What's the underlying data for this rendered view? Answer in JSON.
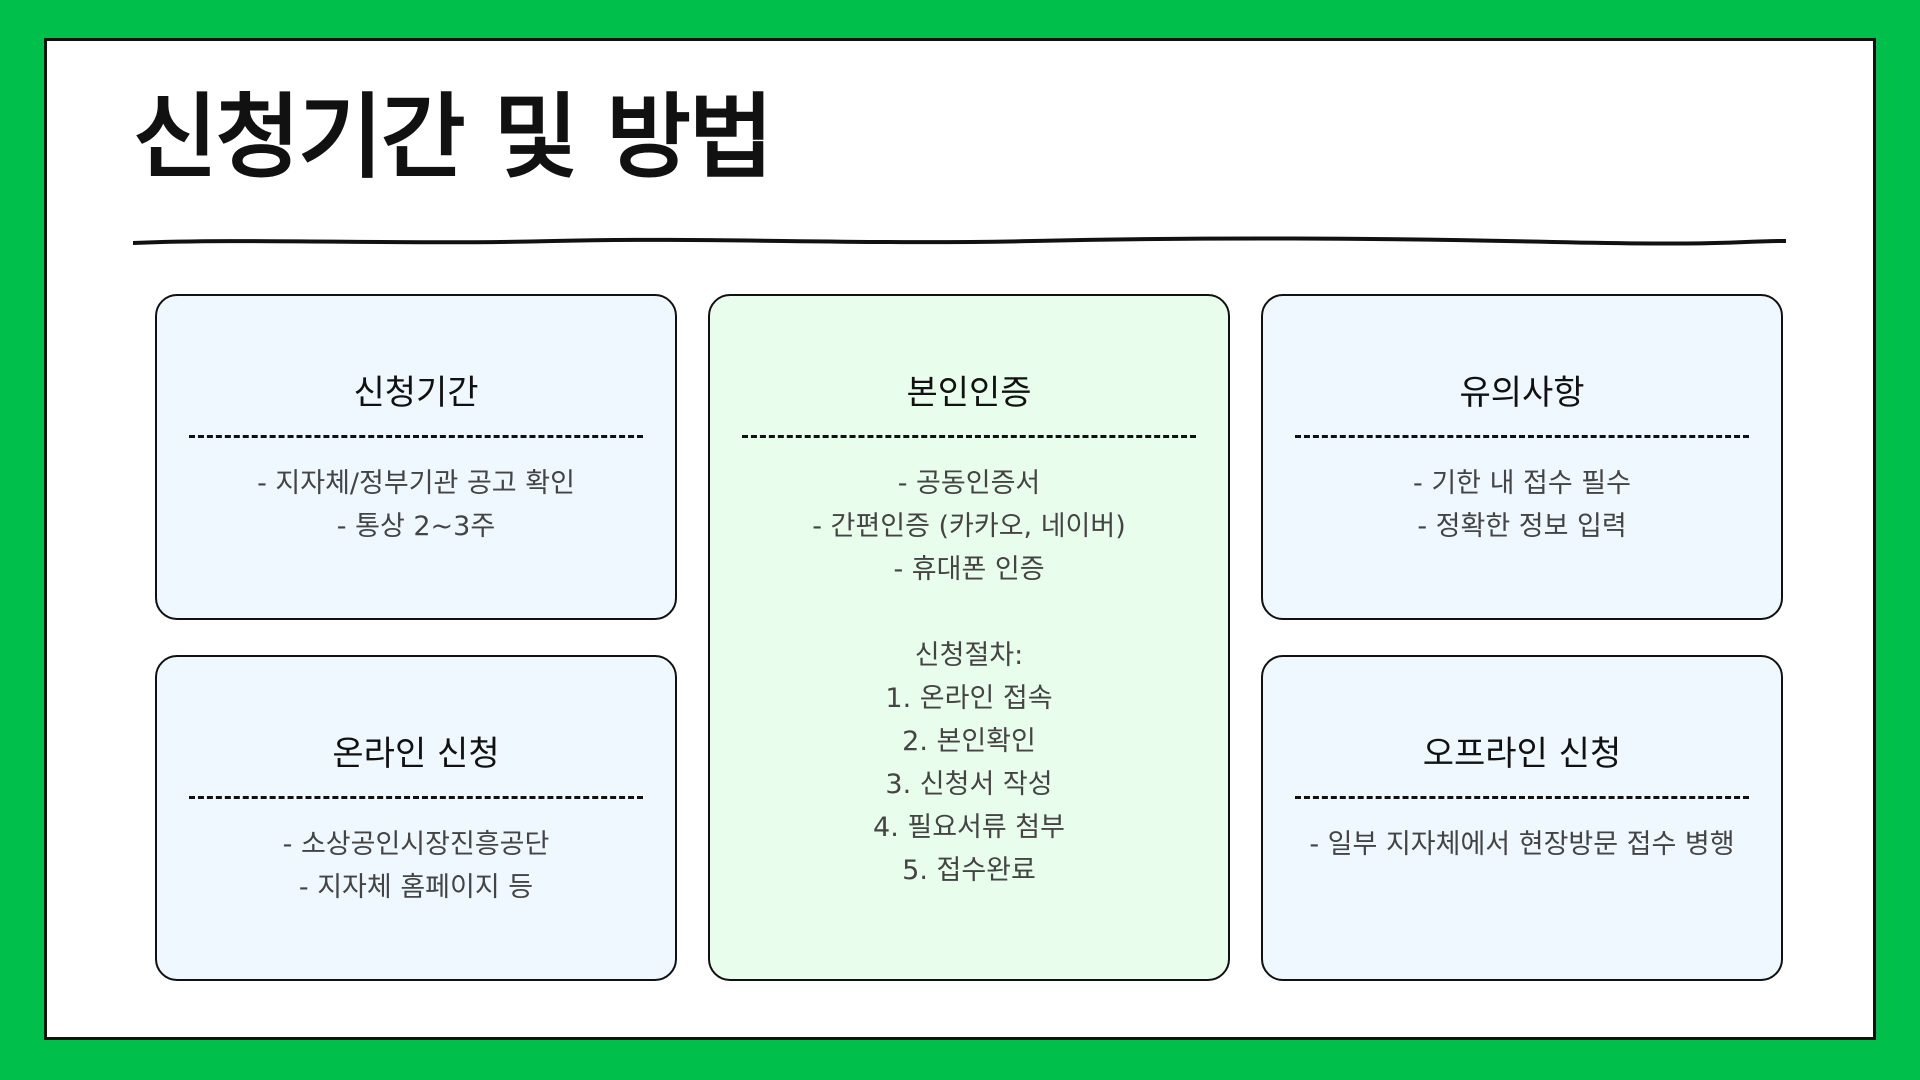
{
  "title": "신청기간 및 방법",
  "cards": {
    "period": {
      "title": "신청기간",
      "lines": [
        "- 지자체/정부기관 공고 확인",
        "- 통상 2~3주"
      ]
    },
    "verification": {
      "title": "본인인증",
      "lines": [
        "- 공동인증서",
        "- 간편인증 (카카오, 네이버)",
        "- 휴대폰 인증",
        "",
        "신청절차:",
        "1. 온라인 접속",
        "2. 본인확인",
        "3. 신청서 작성",
        "4. 필요서류 첨부",
        "5. 접수완료"
      ]
    },
    "notes": {
      "title": "유의사항",
      "lines": [
        "- 기한 내 접수 필수",
        "- 정확한 정보 입력"
      ]
    },
    "online": {
      "title": "온라인 신청",
      "lines": [
        "- 소상공인시장진흥공단",
        "- 지자체 홈페이지 등"
      ]
    },
    "offline": {
      "title": "오프라인 신청",
      "lines": [
        "- 일부 지자체에서 현장방문 접수 병행"
      ]
    }
  },
  "colors": {
    "frame": "#00c04b",
    "card_blue": "#eff7ff",
    "card_green": "#e9fdec",
    "ink": "#111111",
    "body_text": "#444444"
  }
}
